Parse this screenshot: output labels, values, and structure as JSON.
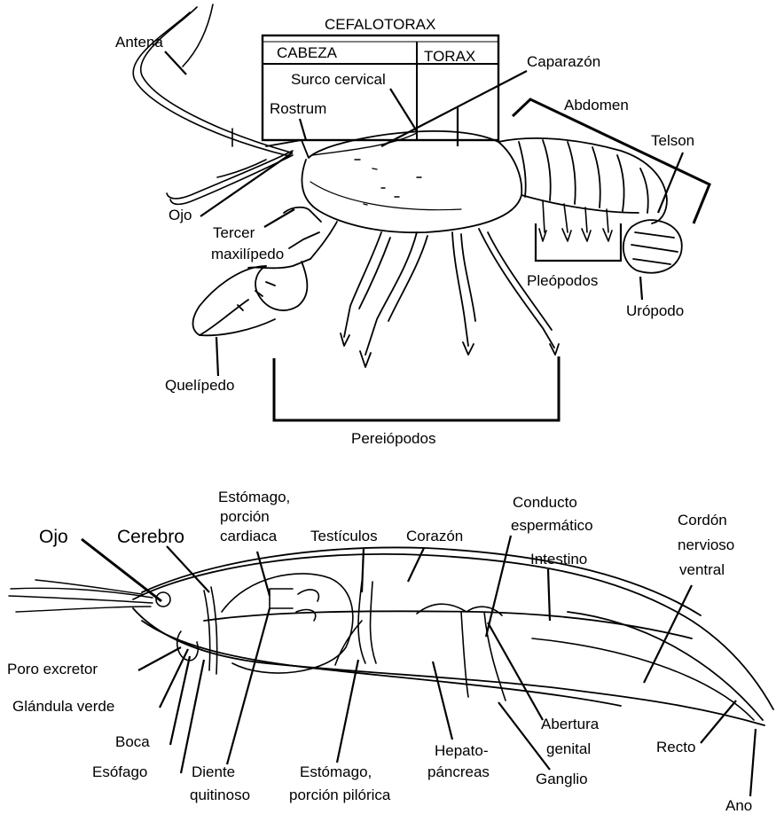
{
  "top_diagram": {
    "section_title": "CEFALOTORAX",
    "head_label": "CABEZA",
    "thorax_label": "TORAX",
    "labels": {
      "antena": "Antena",
      "surco_cervical": "Surco cervical",
      "rostrum": "Rostrum",
      "caparazon": "Caparazón",
      "abdomen": "Abdomen",
      "telson": "Telson",
      "ojo": "Ojo",
      "tercer_line1": "Tercer",
      "tercer_line2": "maxilípedo",
      "pleopodos": "Pleópodos",
      "uropodo": "Urópodo",
      "quelipedo": "Quelípedo",
      "pereiopodos": "Pereiópodos"
    }
  },
  "bottom_diagram": {
    "labels": {
      "ojo": "Ojo",
      "cerebro": "Cerebro",
      "estomago_cardiaca_1": "Estómago,",
      "estomago_cardiaca_2": "porción",
      "estomago_cardiaca_3": "cardiaca",
      "testiculos": "Testículos",
      "corazon": "Corazón",
      "conducto_1": "Conducto",
      "conducto_2": "espermático",
      "intestino": "Intestino",
      "cordon_1": "Cordón",
      "cordon_2": "nervioso",
      "cordon_3": "ventral",
      "poro_excretor": "Poro excretor",
      "glandula_verde": "Glándula verde",
      "boca": "Boca",
      "esofago": "Esófago",
      "diente_1": "Diente",
      "diente_2": "quitinoso",
      "estomago_pilorica_1": "Estómago,",
      "estomago_pilorica_2": "porción pilórica",
      "hepato_1": "Hepato-",
      "hepato_2": "páncreas",
      "abertura_1": "Abertura",
      "abertura_2": "genital",
      "ganglio": "Ganglio",
      "recto": "Recto",
      "ano": "Ano"
    }
  }
}
